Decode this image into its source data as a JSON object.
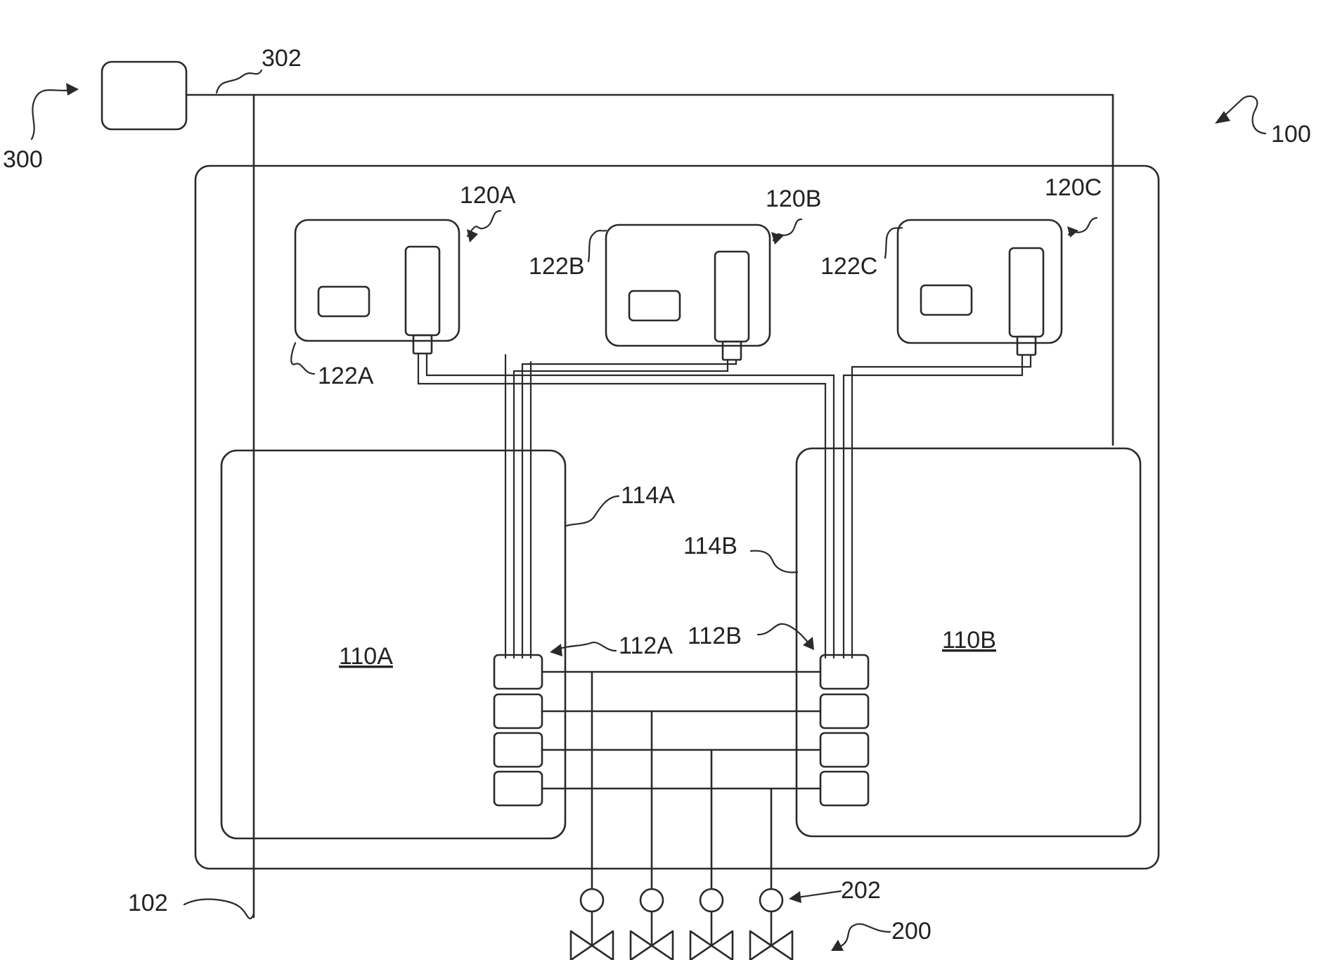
{
  "figure": {
    "labels": {
      "system": "100",
      "housing": "102",
      "module_a": "110A",
      "module_b": "110B",
      "connectors_a": "112A",
      "connectors_b": "112B",
      "wall_a": "114A",
      "wall_b": "114B",
      "unit_a": "120A",
      "unit_b": "120B",
      "unit_c": "120C",
      "tank_a": "122A",
      "tank_b": "122B",
      "tank_c": "122C",
      "valve_set": "200",
      "valve_gauge": "202",
      "controller": "300",
      "control_line": "302"
    }
  }
}
